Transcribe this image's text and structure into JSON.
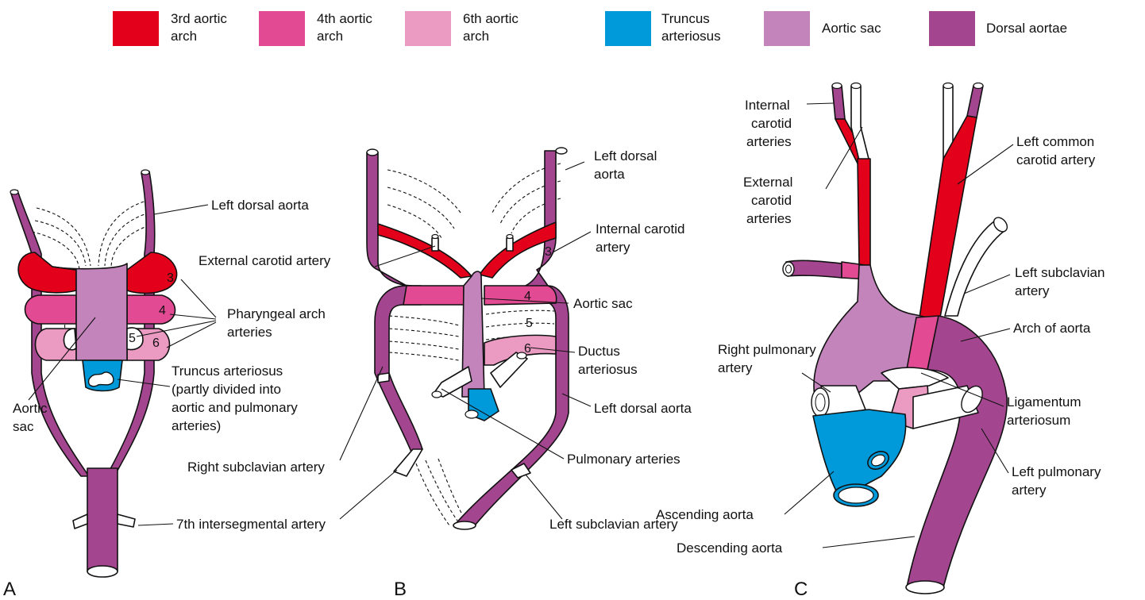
{
  "legend": {
    "items": [
      {
        "key": "third_arch",
        "lines": [
          "3rd aortic",
          "arch"
        ],
        "color": "#e3001b"
      },
      {
        "key": "fourth_arch",
        "lines": [
          "4th aortic",
          "arch"
        ],
        "color": "#e24b93"
      },
      {
        "key": "sixth_arch",
        "lines": [
          "6th aortic",
          "arch"
        ],
        "color": "#eb9ac2"
      },
      {
        "key": "truncus",
        "lines": [
          "Truncus",
          "arteriosus"
        ],
        "color": "#0099da"
      },
      {
        "key": "aortic_sac",
        "lines": [
          "Aortic sac"
        ],
        "color": "#c383bb"
      },
      {
        "key": "dorsal_aortae",
        "lines": [
          "Dorsal aortae"
        ],
        "color": "#a3468f"
      }
    ]
  },
  "panels": {
    "a": {
      "letter": "A",
      "arch_numbers": [
        "3",
        "4",
        "5",
        "6"
      ],
      "labels": {
        "left_dorsal_aorta": "Left dorsal aorta",
        "pharyngeal_1": "Pharyngeal arch",
        "pharyngeal_2": "arteries",
        "truncus_1": "Truncus arteriosus",
        "truncus_2": "(partly divided into",
        "truncus_3": "aortic and pulmonary",
        "truncus_4": "arteries)",
        "aortic_sac_1": "Aortic",
        "aortic_sac_2": "sac",
        "intersegmental": "7th intersegmental artery"
      }
    },
    "b": {
      "letter": "B",
      "arch_numbers": [
        "3",
        "4",
        "5",
        "6"
      ],
      "labels": {
        "left_dorsal_1": "Left dorsal",
        "left_dorsal_2": "aorta",
        "internal_carotid_1": "Internal carotid",
        "internal_carotid_2": "artery",
        "external_carotid": "External carotid artery",
        "aortic_sac": "Aortic sac",
        "ductus_1": "Ductus",
        "ductus_2": "arteriosus",
        "left_dorsal_aorta": "Left dorsal aorta",
        "right_subclavian": "Right subclavian artery",
        "pulmonary_arteries": "Pulmonary arteries",
        "left_subclavian": "Left subclavian artery"
      }
    },
    "c": {
      "letter": "C",
      "labels": {
        "internal_1": "Internal",
        "internal_2": "carotid",
        "internal_3": "arteries",
        "external_1": "External",
        "external_2": "carotid",
        "external_3": "arteries",
        "left_common_1": "Left common",
        "left_common_2": "carotid artery",
        "left_subclavian_1": "Left subclavian",
        "left_subclavian_2": "artery",
        "right_pulmonary_1": "Right pulmonary",
        "right_pulmonary_2": "artery",
        "arch_of_aorta": "Arch of aorta",
        "ligamentum_1": "Ligamentum",
        "ligamentum_2": "arteriosum",
        "left_pulmonary_1": "Left pulmonary",
        "left_pulmonary_2": "artery",
        "ascending": "Ascending aorta",
        "descending": "Descending aorta"
      }
    }
  }
}
